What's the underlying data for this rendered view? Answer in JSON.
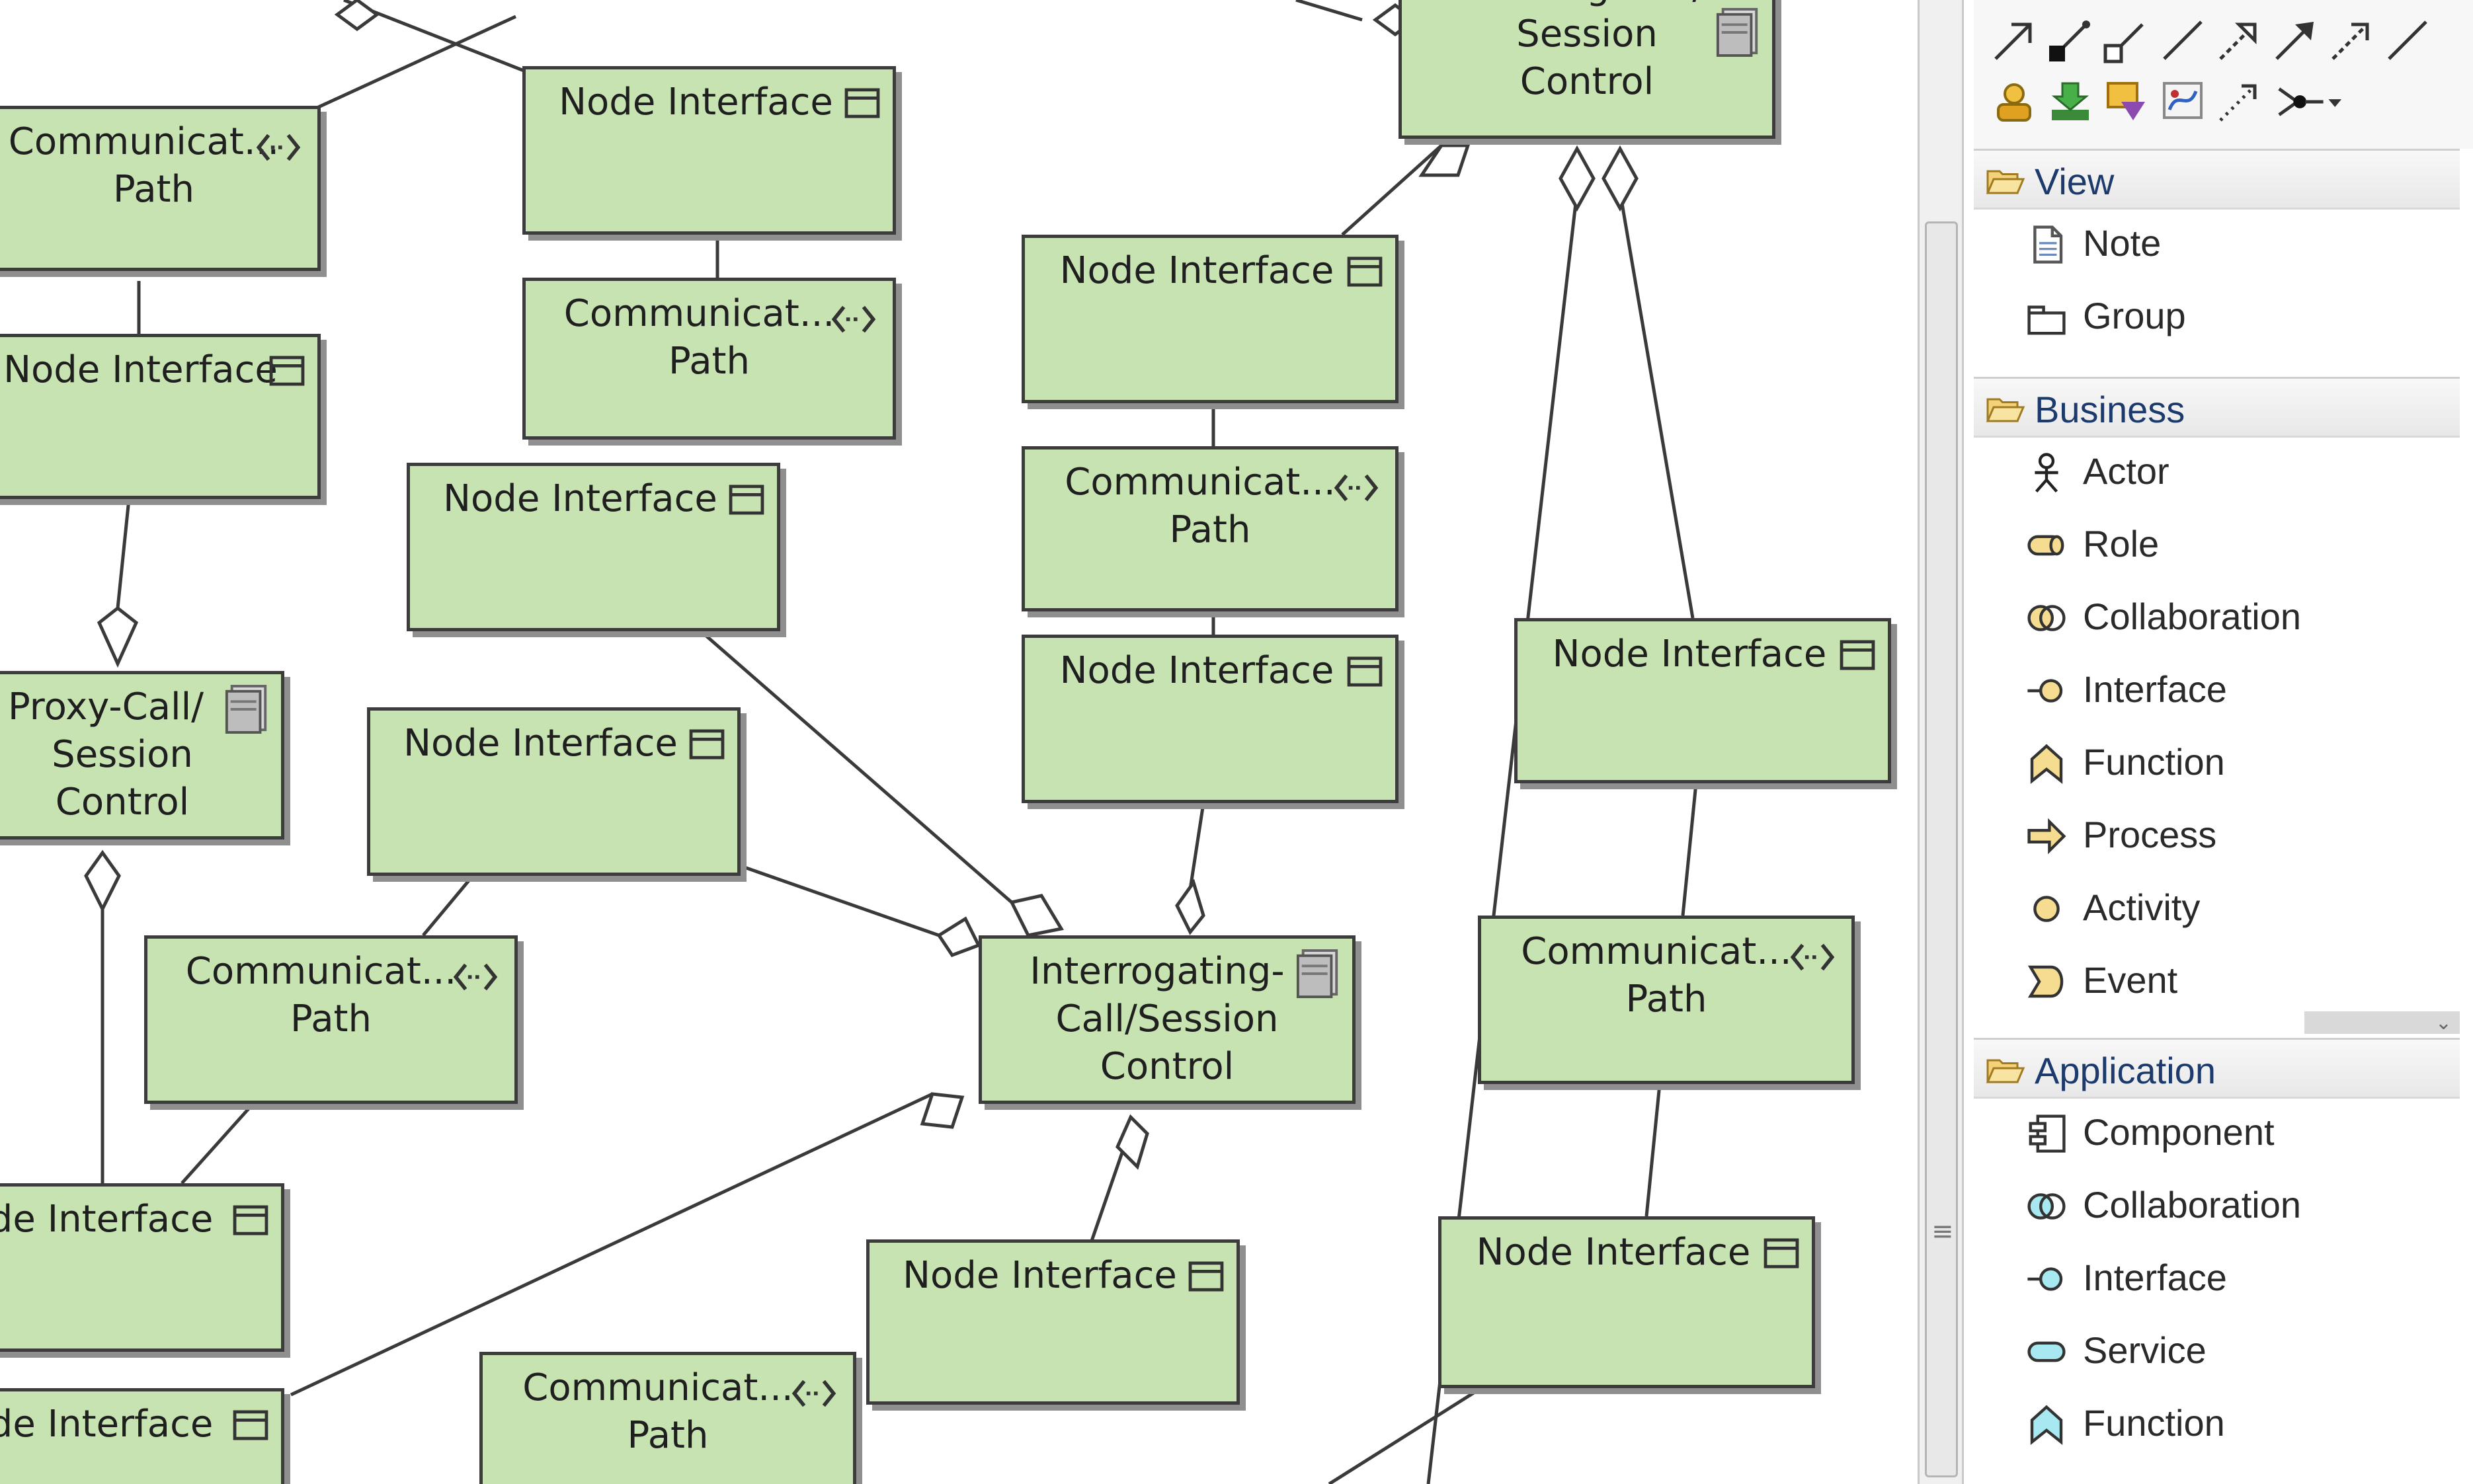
{
  "diagram": {
    "nodes": [
      {
        "key": "cp-left-top",
        "kind": "path",
        "lines": [
          "Communicat...",
          "Path"
        ]
      },
      {
        "key": "ni-a",
        "kind": "iface",
        "label": "Node Interface"
      },
      {
        "key": "ni-left-1",
        "kind": "iface",
        "label": "Node Interface"
      },
      {
        "key": "cp-a",
        "kind": "path",
        "lines": [
          "Communicat...",
          "Path"
        ]
      },
      {
        "key": "ni-b",
        "kind": "iface",
        "label": "Node Interface"
      },
      {
        "key": "proxy",
        "kind": "service",
        "lines": [
          "Proxy-Call/",
          "Session",
          "Control"
        ]
      },
      {
        "key": "ni-c",
        "kind": "iface",
        "label": "Node Interface"
      },
      {
        "key": "cp-b",
        "kind": "path",
        "lines": [
          "Communicat...",
          "Path"
        ]
      },
      {
        "key": "ni-left-2",
        "kind": "iface",
        "label": "Node Interface"
      },
      {
        "key": "ni-left-3",
        "kind": "iface",
        "label": "Node Interface"
      },
      {
        "key": "cp-bottom",
        "kind": "path",
        "lines": [
          "Communicat...",
          "Path"
        ]
      },
      {
        "key": "serving",
        "kind": "service",
        "lines": [
          "Serving-Call/",
          "Session",
          "Control"
        ]
      },
      {
        "key": "ni-d",
        "kind": "iface",
        "label": "Node Interface"
      },
      {
        "key": "cp-c",
        "kind": "path",
        "lines": [
          "Communicat...",
          "Path"
        ]
      },
      {
        "key": "ni-e",
        "kind": "iface",
        "label": "Node Interface"
      },
      {
        "key": "interrogating",
        "kind": "service",
        "lines": [
          "Interrogating-",
          "Call/Session",
          "Control"
        ]
      },
      {
        "key": "ni-f",
        "kind": "iface",
        "label": "Node Interface"
      },
      {
        "key": "ni-g",
        "kind": "iface",
        "label": "Node Interface"
      },
      {
        "key": "cp-d",
        "kind": "path",
        "lines": [
          "Communicat...",
          "Path"
        ]
      },
      {
        "key": "ni-h",
        "kind": "iface",
        "label": "Node Interface"
      }
    ]
  },
  "palette": {
    "toolbar_icons": [
      "association-arrow-icon",
      "connector-icon",
      "connector-icon",
      "line-icon",
      "dashed-arrow-icon",
      "arrow-icon",
      "dashed-line-icon",
      "line-icon",
      "assignment-icon",
      "download-icon",
      "triggering-icon",
      "flow-icon",
      "dotted-arrow-icon",
      "junction-icon"
    ],
    "sections": [
      {
        "key": "view",
        "label": "View",
        "items": [
          {
            "label": "Note",
            "icon": "note-icon"
          },
          {
            "label": "Group",
            "icon": "group-icon"
          }
        ]
      },
      {
        "key": "business",
        "label": "Business",
        "items": [
          {
            "label": "Actor",
            "icon": "actor-icon"
          },
          {
            "label": "Role",
            "icon": "role-icon"
          },
          {
            "label": "Collaboration",
            "icon": "collaboration-icon"
          },
          {
            "label": "Interface",
            "icon": "interface-icon"
          },
          {
            "label": "Function",
            "icon": "function-icon"
          },
          {
            "label": "Process",
            "icon": "process-icon"
          },
          {
            "label": "Activity",
            "icon": "activity-icon"
          },
          {
            "label": "Event",
            "icon": "event-icon"
          }
        ]
      },
      {
        "key": "application",
        "label": "Application",
        "items": [
          {
            "label": "Component",
            "icon": "component-icon"
          },
          {
            "label": "Collaboration",
            "icon": "collaboration-icon"
          },
          {
            "label": "Interface",
            "icon": "interface-icon"
          },
          {
            "label": "Service",
            "icon": "service-icon"
          },
          {
            "label": "Function",
            "icon": "function-icon"
          }
        ]
      }
    ]
  },
  "colors": {
    "node_fill": "#c7e3b2",
    "node_border": "#3c3c3c",
    "palette_text": "#1c3a6b"
  }
}
